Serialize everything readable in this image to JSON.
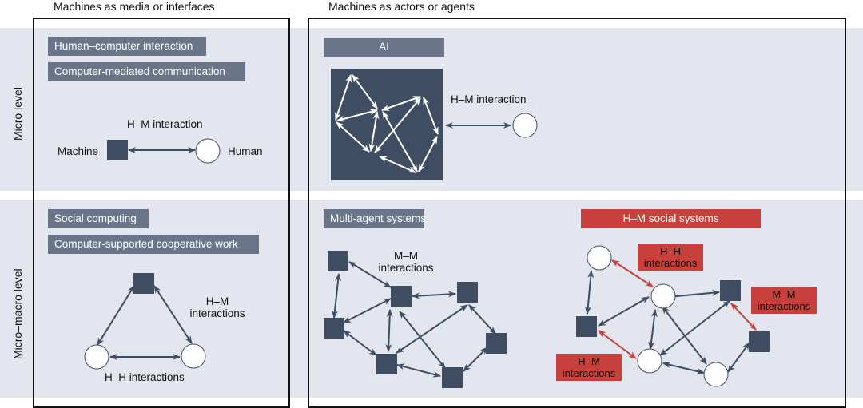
{
  "columns": {
    "left_title": "Machines as media or interfaces",
    "right_title": "Machines as actors or agents"
  },
  "rows": {
    "micro_label": "Micro level",
    "micro_macro_label": "Micro–macro level"
  },
  "micro_left": {
    "tags": [
      "Human–computer interaction",
      "Computer-mediated communication"
    ],
    "edge_label": "H–M interaction",
    "machine_label": "Machine",
    "human_label": "Human"
  },
  "micro_right": {
    "tag": "AI",
    "edge_label": "H–M interaction"
  },
  "macro_left": {
    "tags": [
      "Social computing",
      "Computer-supported cooperative work"
    ],
    "hm_label_line1": "H–M",
    "hm_label_line2": "interactions",
    "hh_label": "H–H interactions"
  },
  "macro_mid": {
    "tag": "Multi-agent systems",
    "mm_label_line1": "M–M",
    "mm_label_line2": "interactions"
  },
  "macro_right": {
    "tag": "H–M social systems",
    "hh_label_line1": "H–H",
    "hh_label_line2": "interactions",
    "mm_label_line1": "M–M",
    "mm_label_line2": "interactions",
    "hm_label_line1": "H–M",
    "hm_label_line2": "interactions"
  },
  "colors": {
    "band": "#e3e6ee",
    "tag": "#6b7589",
    "node": "#3f4d63",
    "accent_red": "#c8403b",
    "frame": "#111111"
  }
}
